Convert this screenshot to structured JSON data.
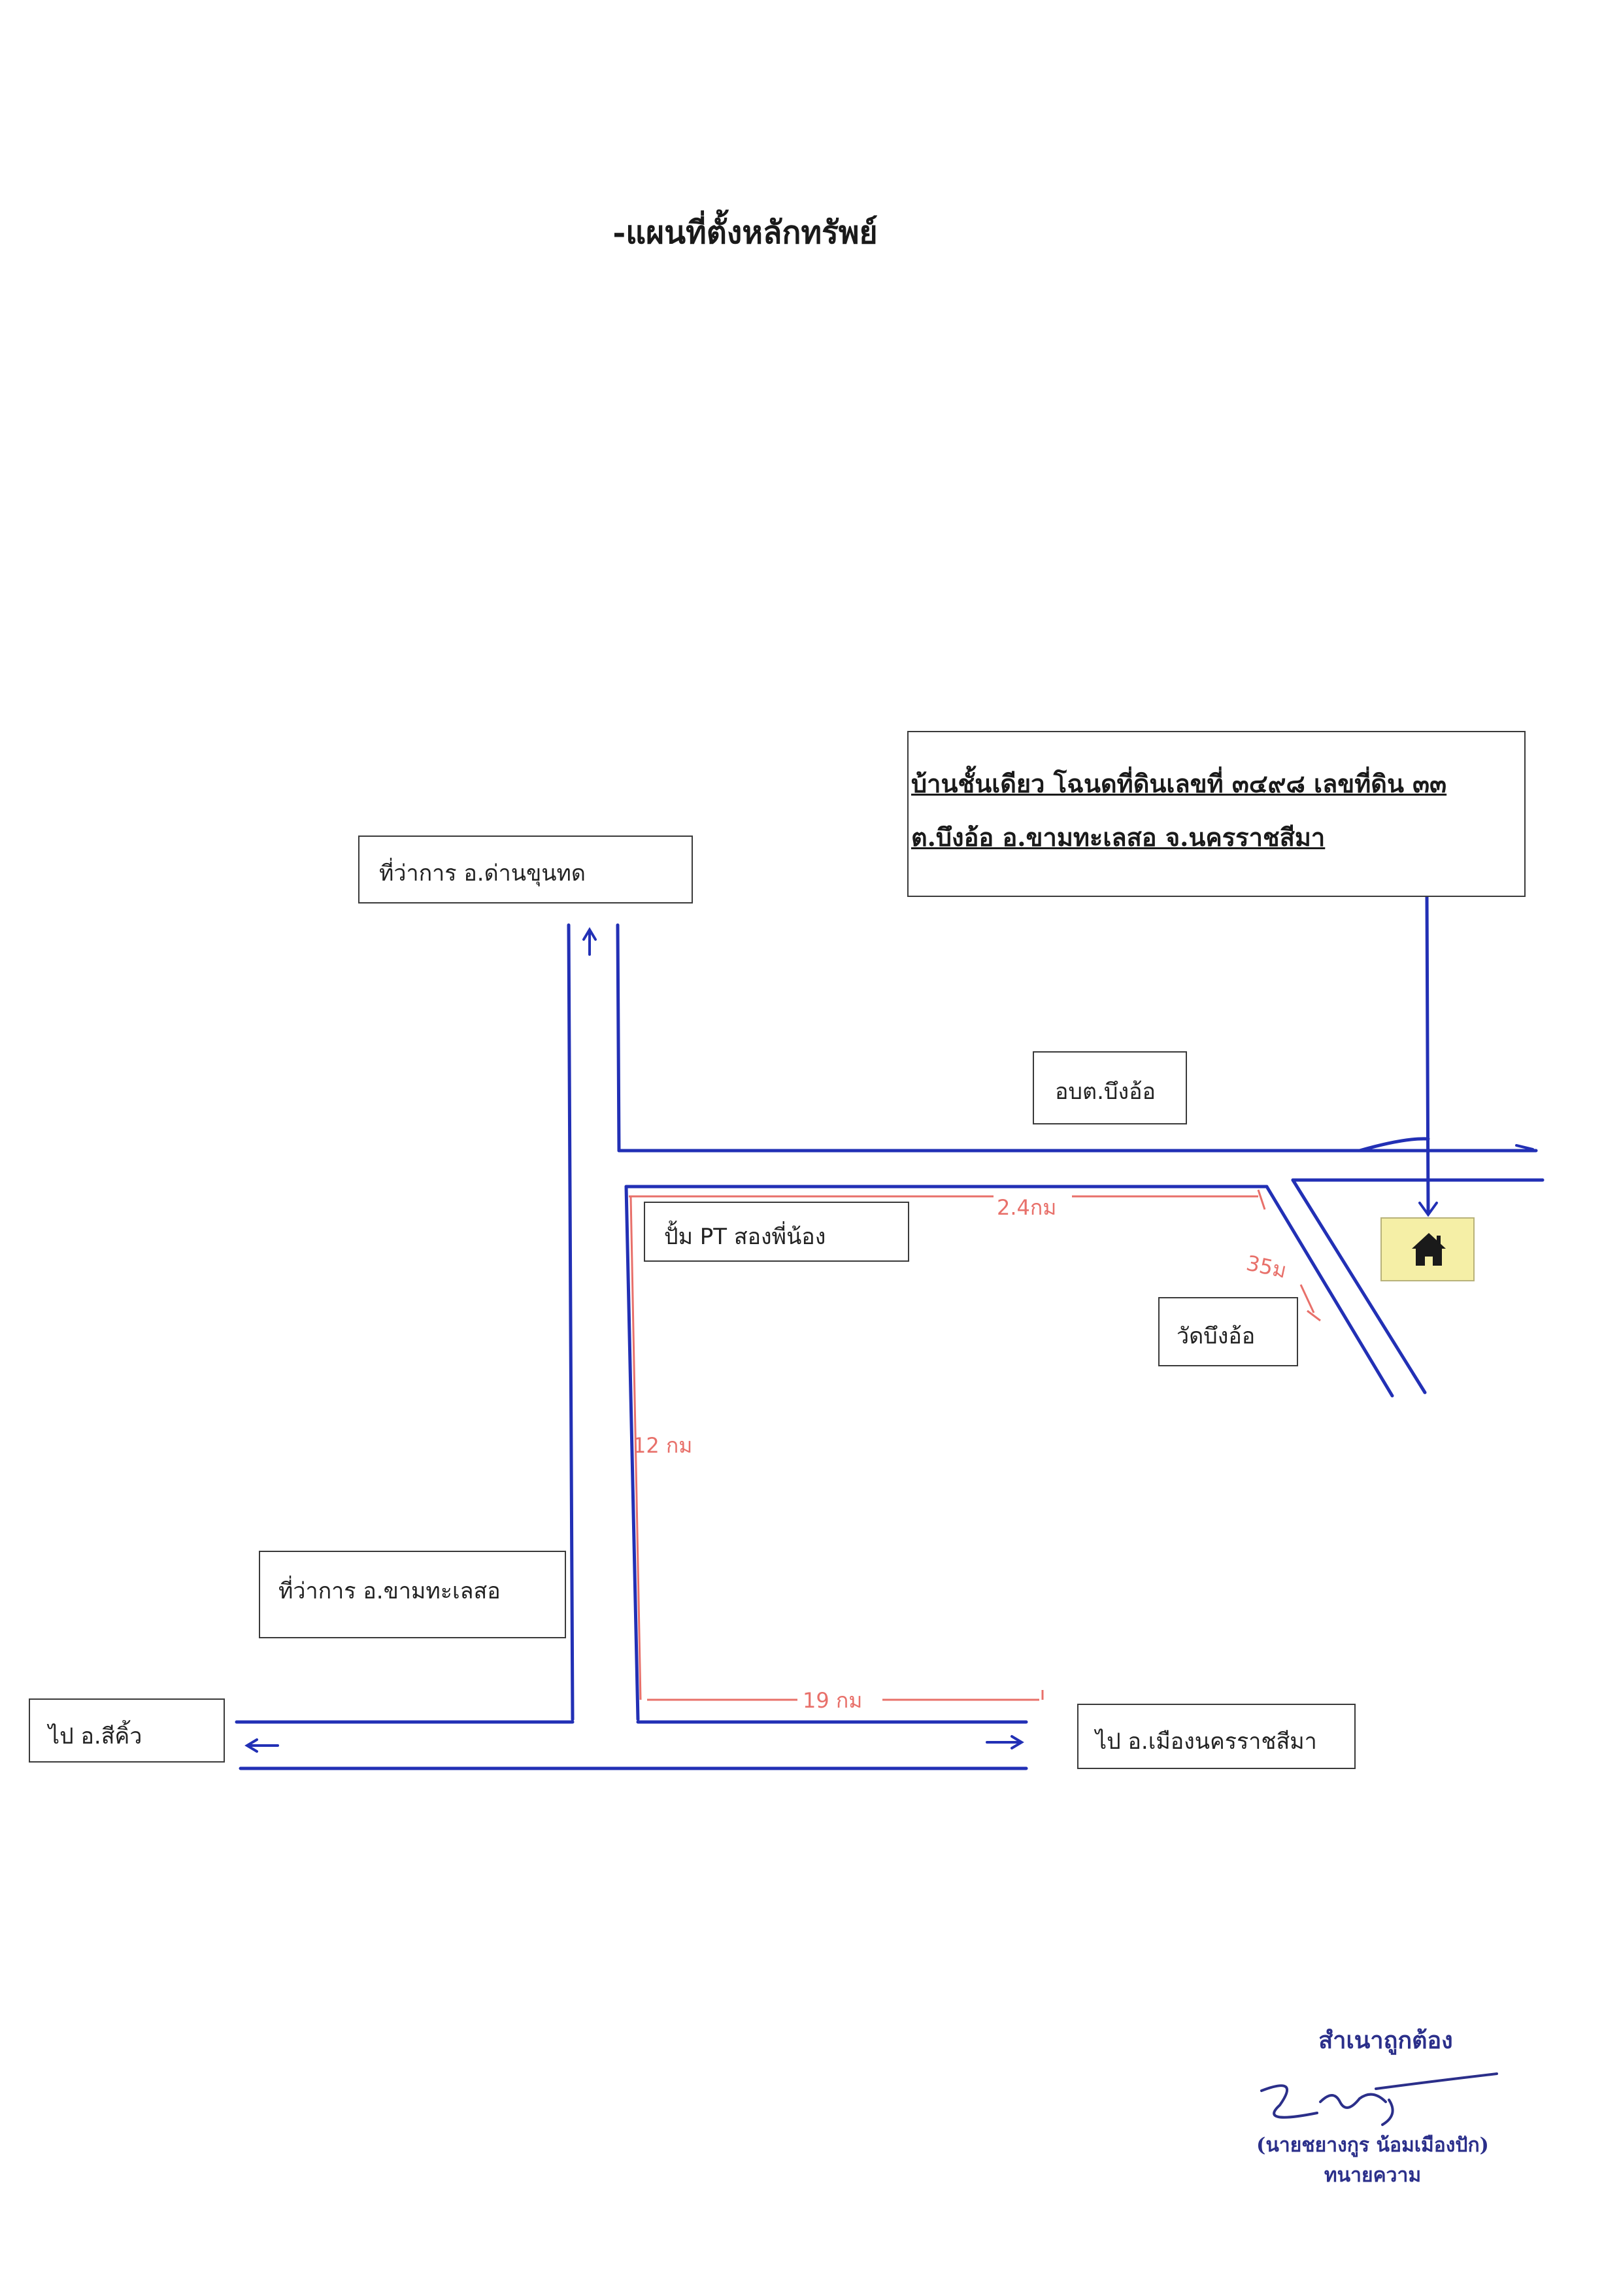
{
  "title": "-แผนที่ตั้งหลักทรัพย์",
  "property": {
    "line1": "บ้านชั้นเดียว โฉนดที่ดินเลขที่ ๓๔๙๘ เลขที่ดิน ๓๓",
    "line2": "ต.บึงอ้อ  อ.ขามทะเลสอ จ.นครราชสีมา"
  },
  "places": {
    "dan_khun_thot": "ที่ว่าการ อ.ด่านขุนทด",
    "obt": "อบต.บึงอ้อ",
    "pump": "ปั้ม PT สองพี่น้อง",
    "wat": "วัดบึงอ้อ",
    "kham_thale_so": "ที่ว่าการ อ.ขามทะเลสอ",
    "sikhio": "ไป อ.สีคิ้ว",
    "muang_korat": "ไป อ.เมืองนครราชสีมา"
  },
  "distances": {
    "d1": "2.4กม",
    "d2": "35ม",
    "d3": "12 กม",
    "d4": "19 กม"
  },
  "certification": {
    "heading": "สำเนาถูกต้อง",
    "signature": "Zยรง",
    "name": "(นายชยางกูร  น้อมเมืองปัก)",
    "role": "ทนายความ"
  },
  "colors": {
    "road": "#2230b5",
    "distance": "#e8706a",
    "house_marker": "#f5efa6",
    "certification": "#2b2f8a"
  },
  "icons": [
    "house-icon",
    "road-arrow-icons"
  ]
}
